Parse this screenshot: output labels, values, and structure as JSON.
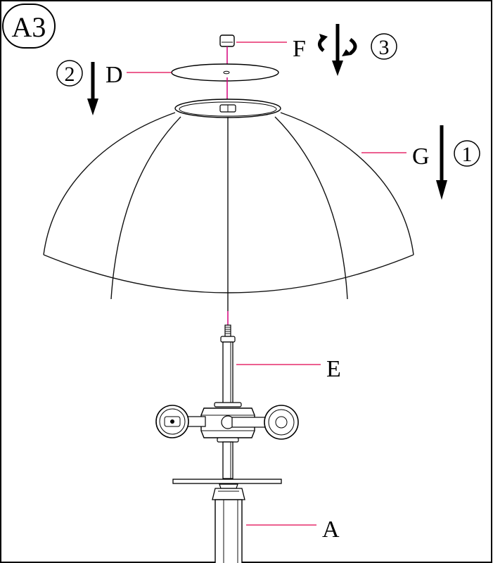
{
  "step": {
    "label": "A3"
  },
  "accent_color": "#e0004d",
  "parts": {
    "F": {
      "label": "F",
      "order": "3"
    },
    "D": {
      "label": "D",
      "order": "2"
    },
    "G": {
      "label": "G",
      "order": "1"
    },
    "E": {
      "label": "E"
    },
    "A": {
      "label": "A"
    }
  },
  "icons": {
    "down_arrow": "down-arrow-icon",
    "rotate": "rotate-arrows-icon"
  }
}
